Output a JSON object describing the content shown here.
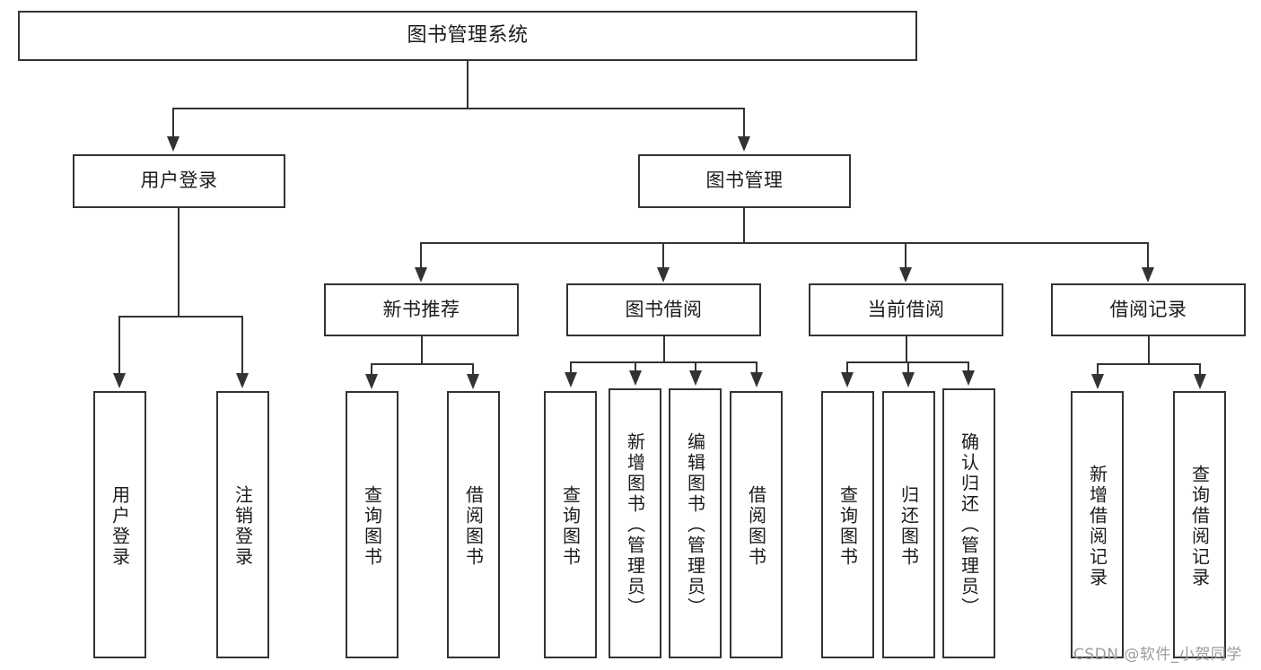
{
  "diagram": {
    "type": "tree-hierarchy-chart",
    "title": "图书管理系统",
    "root": {
      "label": "图书管理系统"
    },
    "level2": [
      {
        "label": "用户登录"
      },
      {
        "label": "图书管理"
      }
    ],
    "level3": [
      {
        "label": "新书推荐"
      },
      {
        "label": "图书借阅"
      },
      {
        "label": "当前借阅"
      },
      {
        "label": "借阅记录"
      }
    ],
    "leaves": {
      "user_login": [
        {
          "label": "用户登录"
        },
        {
          "label": "注销登录"
        }
      ],
      "new_book_recommend": [
        {
          "label": "查询图书"
        },
        {
          "label": "借阅图书"
        }
      ],
      "book_borrow": [
        {
          "label": "查询图书"
        },
        {
          "label": "新增图书（管理员）"
        },
        {
          "label": "编辑图书（管理员）"
        },
        {
          "label": "借阅图书"
        }
      ],
      "current_borrow": [
        {
          "label": "查询图书"
        },
        {
          "label": "归还图书"
        },
        {
          "label": "确认归还（管理员）"
        }
      ],
      "borrow_record": [
        {
          "label": "新增借阅记录"
        },
        {
          "label": "查询借阅记录"
        }
      ]
    }
  },
  "watermark": {
    "text": "CSDN @软件_小贺同学"
  },
  "colors": {
    "border": "#333333",
    "background": "#ffffff",
    "text": "#1b1b1b",
    "watermark": "#9c9c9c"
  }
}
